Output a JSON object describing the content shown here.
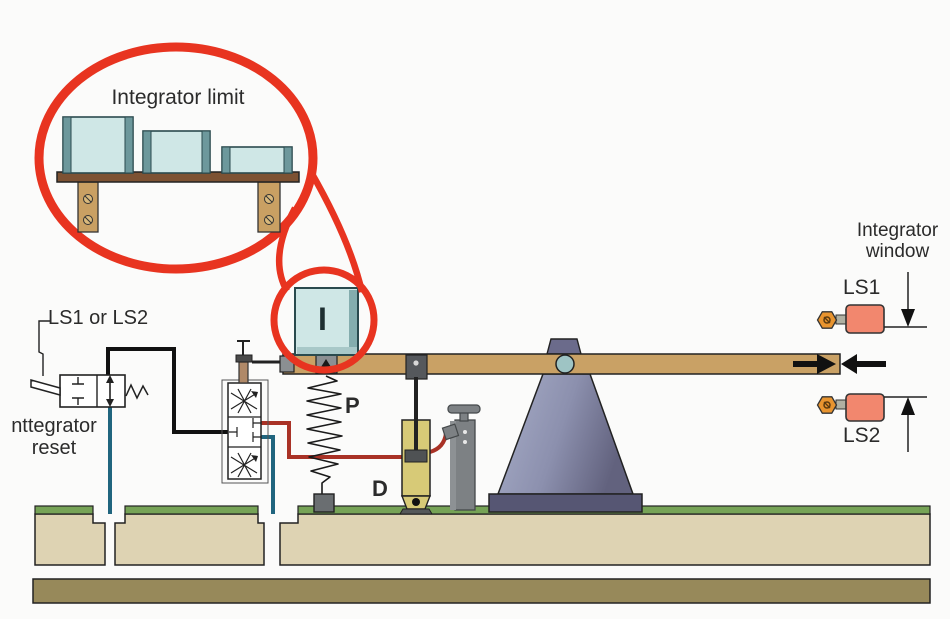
{
  "callout": {
    "title": "Integrator limit",
    "box_letter": "I"
  },
  "reset_valve": {
    "selector_label": "LS1 or LS2",
    "caption_line1": "nttegrator",
    "caption_line2": "reset"
  },
  "components": {
    "spring_label": "P",
    "dashpot_label": "D"
  },
  "window": {
    "title_line1": "Integrator",
    "title_line2": "window",
    "ls1_label": "LS1",
    "ls2_label": "LS2"
  },
  "colors": {
    "callout_red": "#e83420",
    "hydraulic_red": "#a93226",
    "pilot_teal": "#20657e",
    "beam_tan": "#c9a165",
    "switch_salmon": "#f2876e",
    "nut_orange": "#e8942f",
    "dashpot_yellow": "#d7ca77",
    "ground_green": "#76a356",
    "ground_tan": "#ded3b3",
    "subsoil_olive": "#97895a",
    "fulcrum_slate": "#7c7c9c",
    "box_blue": "#cfe7e6"
  }
}
